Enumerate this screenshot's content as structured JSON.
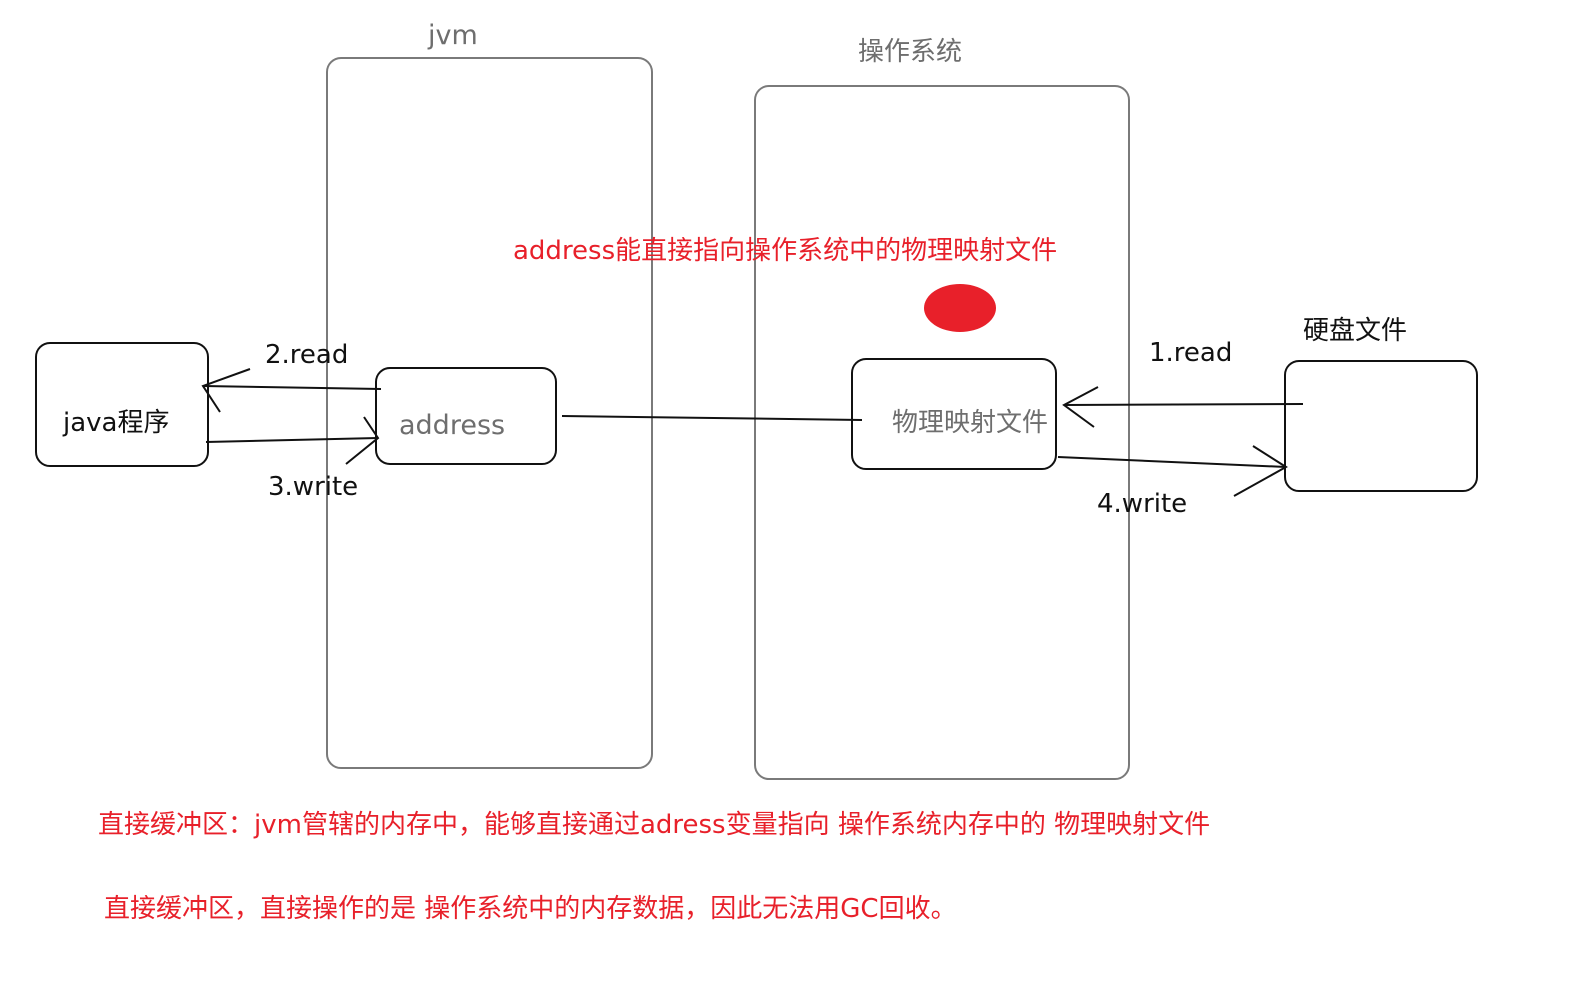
{
  "containers": {
    "jvm_title": "jvm",
    "os_title": "操作系统"
  },
  "nodes": {
    "java_program": "java程序",
    "address": "address",
    "physical_mapped_file": "物理映射文件",
    "disk_file_title": "硬盘文件"
  },
  "arrows": {
    "read_2": "2.read",
    "write_3": "3.write",
    "read_1": "1.read",
    "write_4": "4.write"
  },
  "annotations": {
    "address_note": "address能直接指向操作系统中的物理映射文件",
    "note_line1": "直接缓冲区：jvm管辖的内存中，能够直接通过adress变量指向  操作系统内存中的 物理映射文件",
    "note_line2": "直接缓冲区，直接操作的是  操作系统中的内存数据，因此无法用GC回收。"
  },
  "colors": {
    "accent_red": "#e8202a",
    "container_stroke": "#7a7a7a",
    "node_stroke": "#111111",
    "container_label": "#6e6e6e"
  }
}
